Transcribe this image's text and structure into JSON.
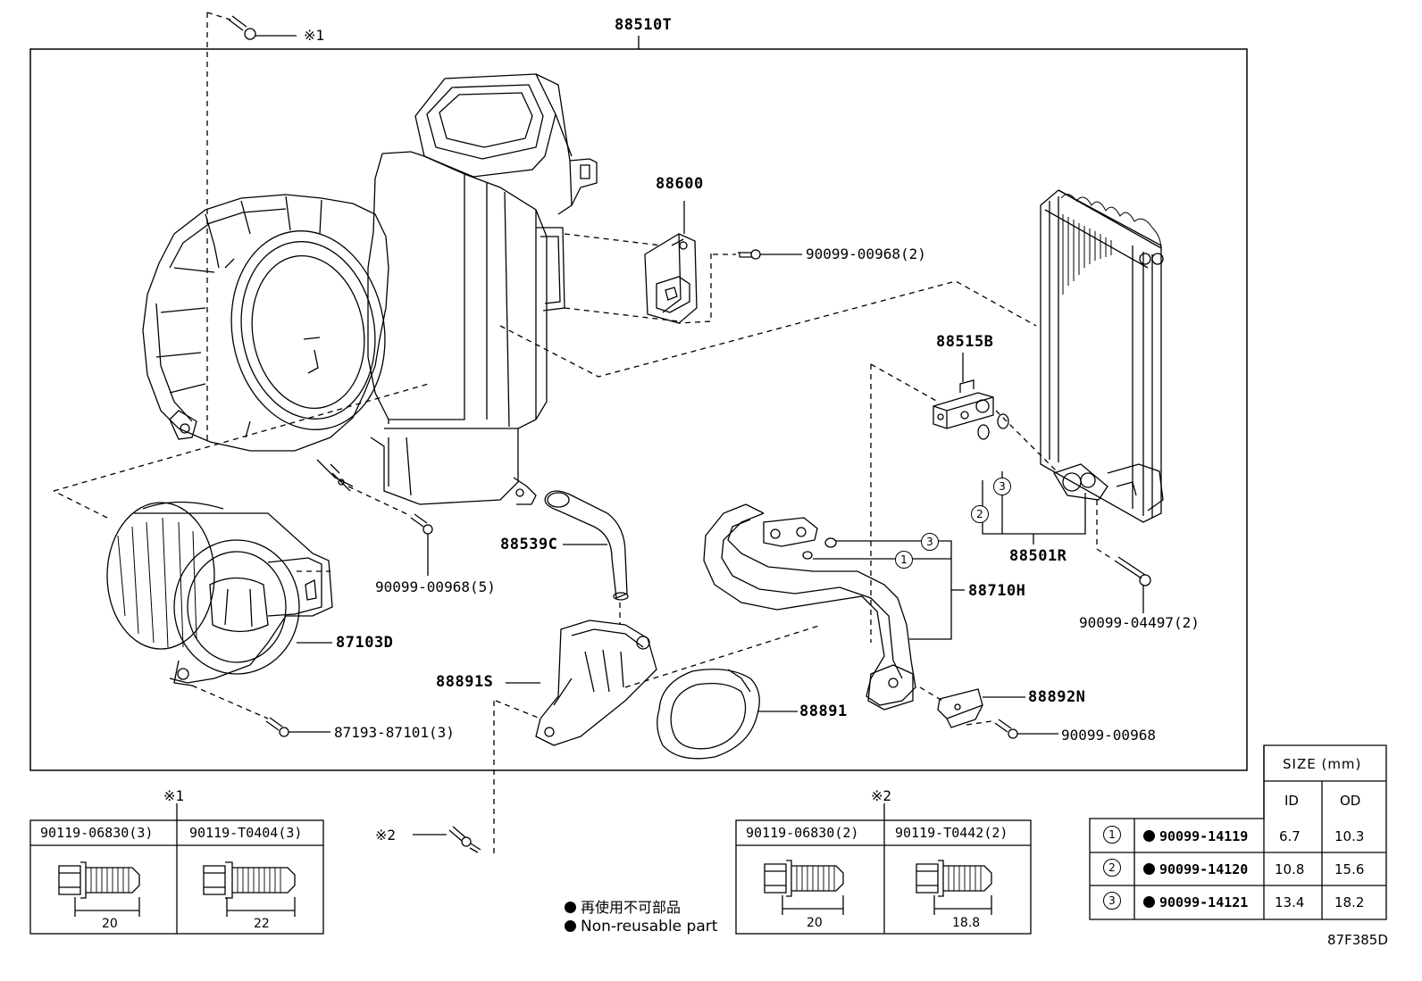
{
  "diagram_code": "87F385D",
  "assembly_label": "88510T",
  "callouts": {
    "resistor": "88600",
    "screw_resistor": "90099-00968(2)",
    "exp_valve": "88515B",
    "evaporator": "88501R",
    "screw_evap": "90099-04497(2)",
    "tube": "88710H",
    "hose": "88539C",
    "drain": "88891S",
    "packing": "88891",
    "clamp": "88892N",
    "screw_clamp": "90099-00968",
    "screw_case": "90099-00968(5)",
    "blower": "87103D",
    "screw_blower": "87193-87101(3)"
  },
  "ring_marks": {
    "one": "1",
    "two": "2",
    "three": "3"
  },
  "refs": {
    "ref1": "※1",
    "ref2": "※2"
  },
  "bolts_left": {
    "ref": "※1",
    "cols": [
      {
        "part": "90119-06830(3)",
        "length": "20"
      },
      {
        "part": "90119-T0404(3)",
        "length": "22"
      }
    ]
  },
  "bolts_right": {
    "ref": "※2",
    "cols": [
      {
        "part": "90119-06830(2)",
        "length": "20"
      },
      {
        "part": "90119-T0442(2)",
        "length": "18.8"
      }
    ]
  },
  "legend": {
    "jp": "再使用不可部品",
    "en": "Non-reusable part"
  },
  "size_table": {
    "title": "SIZE (mm)",
    "headers": [
      "ID",
      "OD"
    ],
    "rows": [
      {
        "mark": "1",
        "part": "90099-14119",
        "id": "6.7",
        "od": "10.3"
      },
      {
        "mark": "2",
        "part": "90099-14120",
        "id": "10.8",
        "od": "15.6"
      },
      {
        "mark": "3",
        "part": "90099-14121",
        "id": "13.4",
        "od": "18.2"
      }
    ]
  }
}
